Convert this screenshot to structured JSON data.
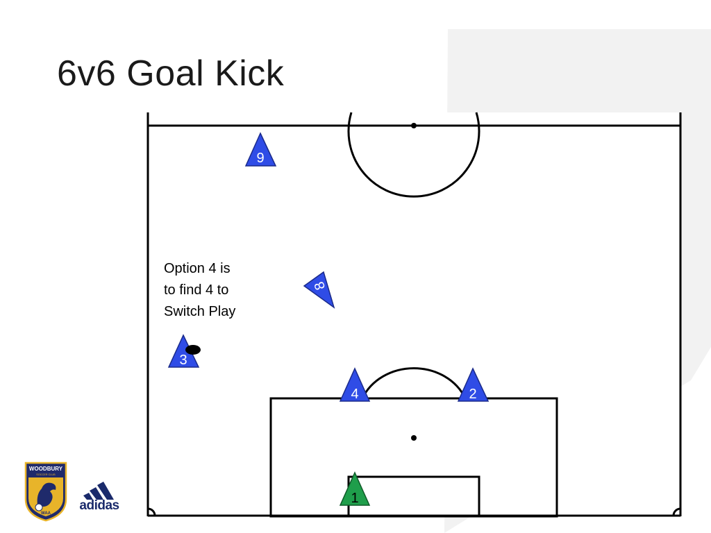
{
  "slide": {
    "title": "6v6 Goal Kick"
  },
  "annotation": {
    "lines": [
      "Option 4 is",
      "to find 4 to",
      "Switch Play"
    ]
  },
  "players": [
    {
      "number": "9",
      "team": "blue"
    },
    {
      "number": "8",
      "team": "blue",
      "rotated": true
    },
    {
      "number": "3",
      "team": "blue"
    },
    {
      "number": "4",
      "team": "blue"
    },
    {
      "number": "2",
      "team": "blue"
    },
    {
      "number": "1",
      "team": "green",
      "role": "goalkeeper"
    }
  ],
  "logos": {
    "club_name": "WOODBURY",
    "club_sub": "SOCCER CLUB",
    "club_badge_text": "WAA",
    "sponsor": "adidas"
  },
  "colors": {
    "blue_player": "#2f4ce6",
    "green_player": "#1f9e4b",
    "field_line": "#000000",
    "ball": "#000000",
    "badge_navy": "#1f2a6b",
    "badge_gold": "#e8b42a",
    "sponsor_navy": "#1a2a6b",
    "background_accent": "#f2f2f2"
  }
}
